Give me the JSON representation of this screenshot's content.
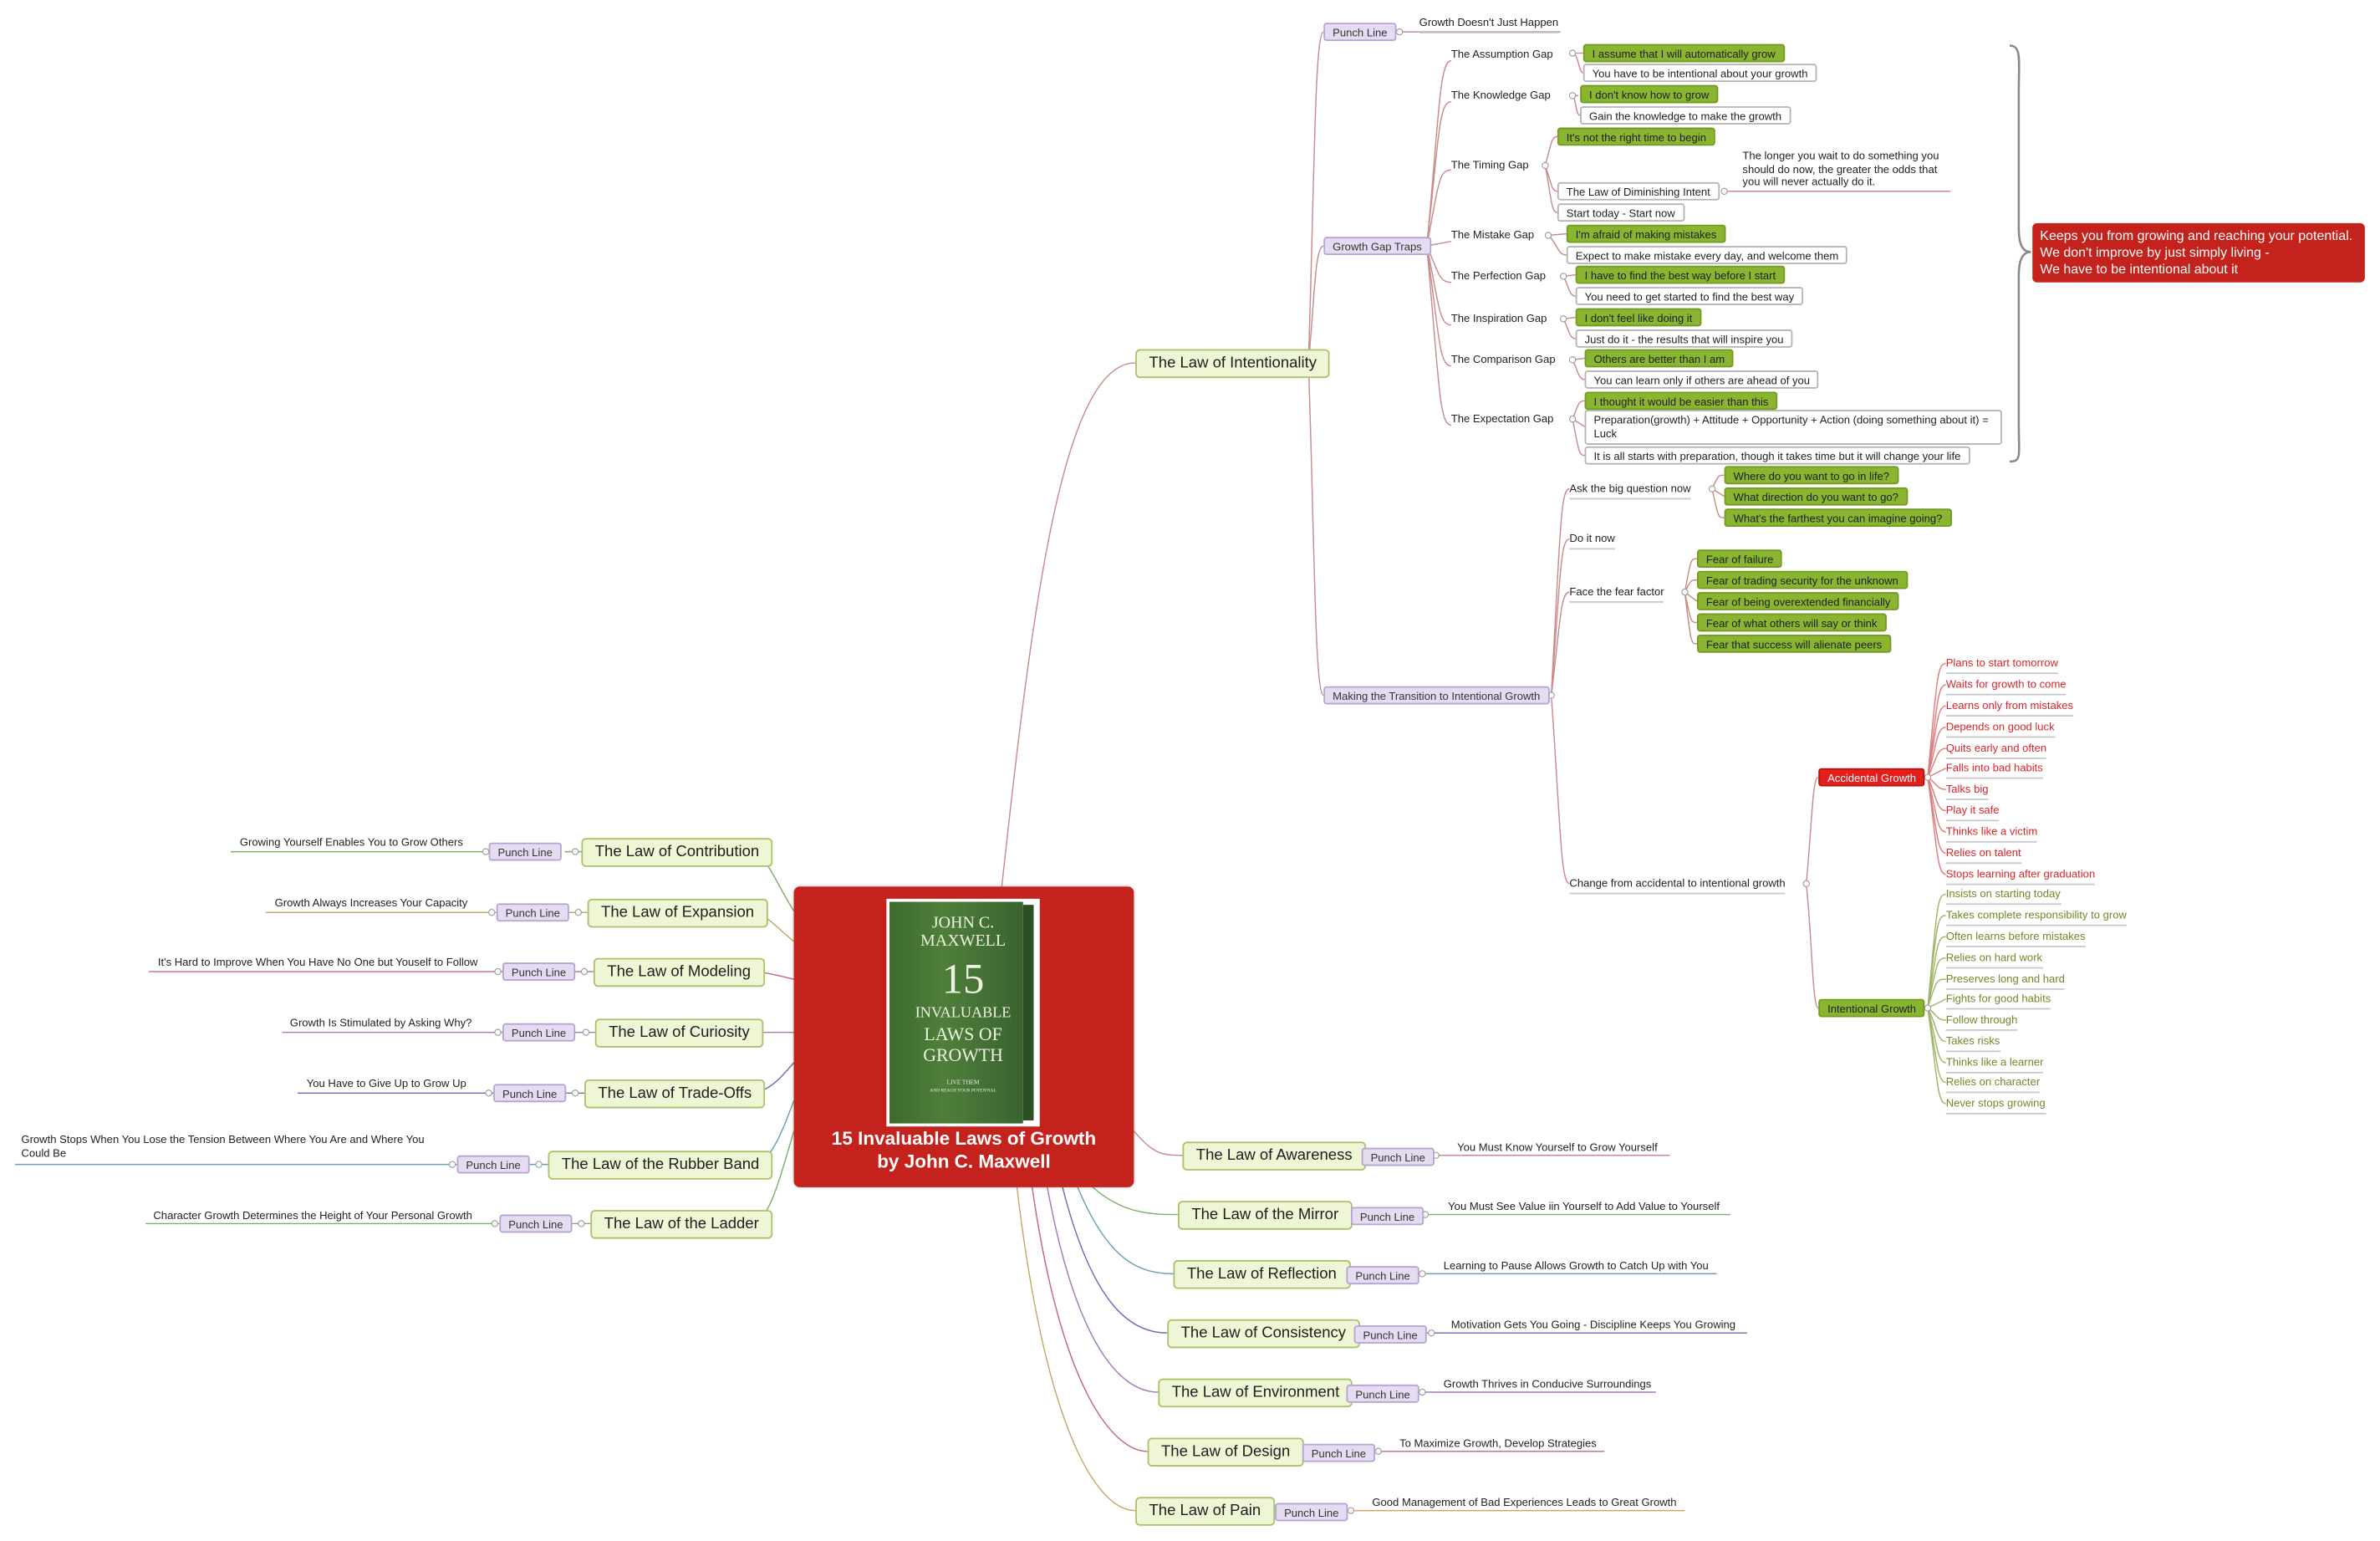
{
  "central": {
    "title_line1": "15 Invaluable Laws of Growth",
    "title_line2": "by John C. Maxwell",
    "book": {
      "author1": "JOHN C.",
      "author2": "MAXWELL",
      "number": "15",
      "t1": "INVALUABLE",
      "t2": "LAWS OF",
      "t3": "GROWTH",
      "tag": "LIVE THEM",
      "tag2": "AND REACH YOUR POTENTIAL"
    }
  },
  "callout": {
    "l1": "Keeps you from growing and reaching your potential.",
    "l2": "We don't improve by just simply living -",
    "l3": "We have to be intentional about it"
  },
  "intentionality": {
    "label": "The Law of Intentionality",
    "punch_line": "Punch Line",
    "punch_text": "Growth Doesn't Just Happen",
    "traps_label": "Growth Gap Traps",
    "gaps": [
      {
        "name": "The Assumption Gap",
        "items": [
          "I assume that I will automatically grow",
          "You have to be intentional about your growth"
        ]
      },
      {
        "name": "The Knowledge Gap",
        "items": [
          "I don't know how to grow",
          "Gain the knowledge to make the growth"
        ]
      },
      {
        "name": "The Timing Gap",
        "items": [
          "It's not the right time to begin",
          "The Law of Diminishing Intent",
          "Start today - Start now"
        ],
        "note": "The longer you wait to do something you should do now, the greater the odds that you will never actually do it."
      },
      {
        "name": "The Mistake Gap",
        "items": [
          "I'm afraid of making mistakes",
          "Expect to make mistake every day, and welcome them"
        ]
      },
      {
        "name": "The Perfection Gap",
        "items": [
          "I have to find the best way before I start",
          "You need to get started to find the best way"
        ]
      },
      {
        "name": "The Inspiration Gap",
        "items": [
          "I don't feel like doing it",
          "Just do it - the results that will inspire you"
        ]
      },
      {
        "name": "The Comparison Gap",
        "items": [
          "Others are better than I am",
          "You can learn only if others are ahead of you"
        ]
      },
      {
        "name": "The Expectation Gap",
        "items": [
          "I thought it would be easier than this",
          "Preparation(growth) + Attitude + Opportunity + Action (doing something about it) = Luck",
          "It is all starts with preparation, though it takes time but it will change your life"
        ]
      }
    ],
    "transition_label": "Making the Transition to Intentional Growth",
    "ask_label": "Ask the big question now",
    "ask_items": [
      "Where do you want to go in life?",
      "What direction do you want to go?",
      "What's the farthest you can imagine going?"
    ],
    "do_label": "Do it now",
    "fear_label": "Face the fear factor",
    "fear_items": [
      "Fear of failure",
      "Fear of trading security for the unknown",
      "Fear of being overextended financially",
      "Fear of what others will say or think",
      "Fear that success will alienate peers"
    ],
    "change_label": "Change from accidental to intentional growth",
    "accidental_label": "Accidental Growth",
    "accidental_items": [
      "Plans to start tomorrow",
      "Waits for growth to come",
      "Learns only from mistakes",
      "Depends on good luck",
      "Quits early and often",
      "Falls into bad habits",
      "Talks big",
      "Play it safe",
      "Thinks like a victim",
      "Relies on talent",
      "Stops learning after graduation"
    ],
    "intentional_label": "Intentional Growth",
    "intentional_items": [
      "Insists on starting today",
      "Takes complete responsibility to grow",
      "Often learns before mistakes",
      "Relies on hard work",
      "Preserves long and hard",
      "Fights for good habits",
      "Follow through",
      "Takes risks",
      "Thinks like a learner",
      "Relies on character",
      "Never stops growing"
    ]
  },
  "left_laws": [
    {
      "label": "The Law of Contribution",
      "punch": "Punch Line",
      "text": "Growing Yourself Enables You to Grow Others"
    },
    {
      "label": "The Law of Expansion",
      "punch": "Punch Line",
      "text": "Growth Always Increases Your Capacity"
    },
    {
      "label": "The Law of Modeling",
      "punch": "Punch Line",
      "text": "It's Hard to Improve When You Have No One but Youself to Follow"
    },
    {
      "label": "The Law of Curiosity",
      "punch": "Punch Line",
      "text": "Growth Is Stimulated by Asking Why?"
    },
    {
      "label": "The Law of Trade-Offs",
      "punch": "Punch Line",
      "text": "You Have to Give Up to Grow Up"
    },
    {
      "label": "The Law of the Rubber Band",
      "punch": "Punch Line",
      "text": "Growth Stops When You Lose the Tension Between Where You Are and Where You Could Be"
    },
    {
      "label": "The Law of the Ladder",
      "punch": "Punch Line",
      "text": "Character Growth Determines the Height of Your Personal Growth"
    }
  ],
  "right_laws": [
    {
      "label": "The Law of Awareness",
      "punch": "Punch Line",
      "text": "You Must Know Yourself to Grow Yourself"
    },
    {
      "label": "The Law of the Mirror",
      "punch": "Punch Line",
      "text": "You Must See Value iin Yourself to Add Value to Yourself"
    },
    {
      "label": "The Law of Reflection",
      "punch": "Punch Line",
      "text": "Learning to Pause Allows Growth to Catch Up with You"
    },
    {
      "label": "The Law of Consistency",
      "punch": "Punch Line",
      "text": "Motivation Gets You Going - Discipline Keeps You Growing"
    },
    {
      "label": "The Law of Environment",
      "punch": "Punch Line",
      "text": "Growth Thrives in Conducive Surroundings"
    },
    {
      "label": "The Law of Design",
      "punch": "Punch Line",
      "text": "To Maximize Growth, Develop Strategies"
    },
    {
      "label": "The Law of Pain",
      "punch": "Punch Line",
      "text": "Good Management of Bad Experiences Leads to Great Growth"
    }
  ],
  "colors": {
    "central": "#c4221c",
    "law_fill": "#eef6d6",
    "green_node": "#8ab531",
    "punch_fill": "#e6dcf2",
    "accidental": "#e41e1a"
  }
}
